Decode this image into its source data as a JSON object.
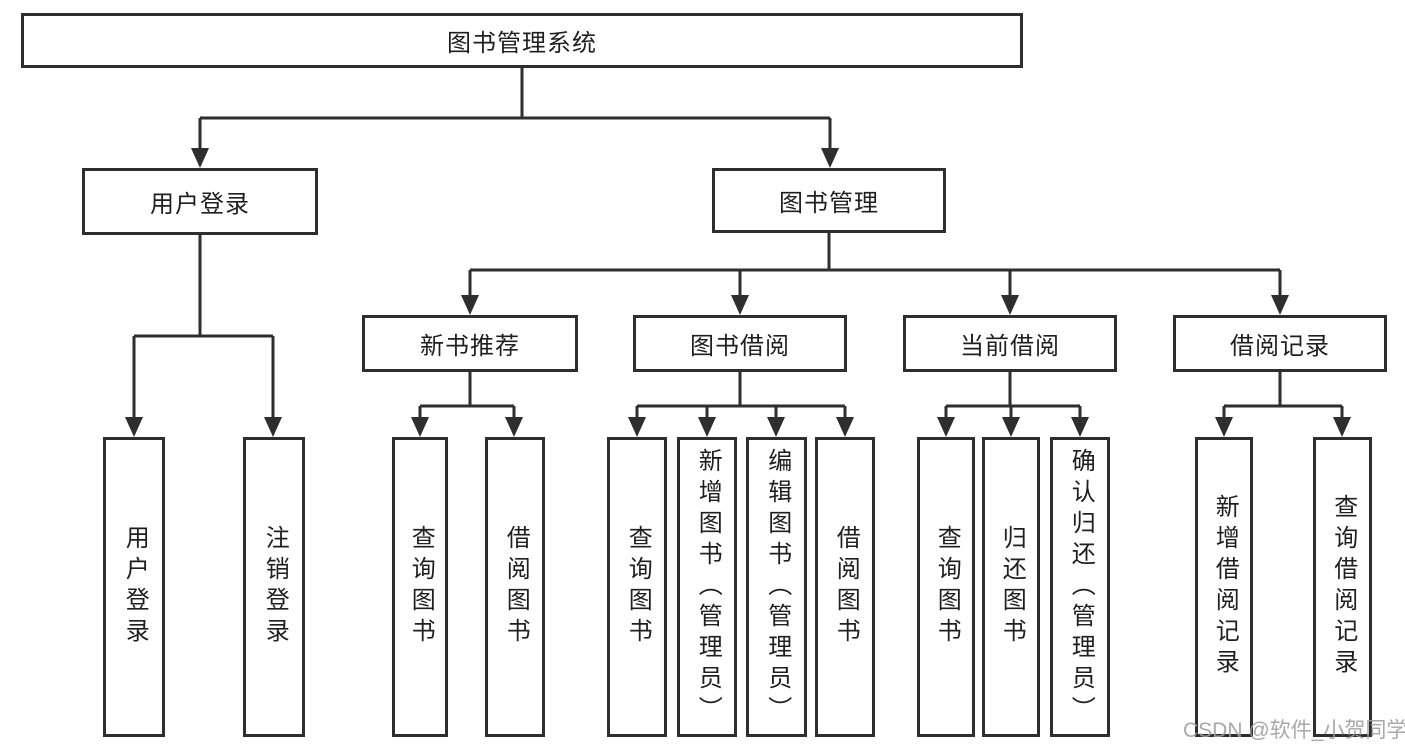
{
  "diagram": {
    "type": "hierarchy-tree",
    "root": {
      "label": "图书管理系统",
      "children": [
        {
          "label": "用户登录",
          "children": [
            {
              "label": "用户登录"
            },
            {
              "label": "注销登录"
            }
          ]
        },
        {
          "label": "图书管理",
          "children": [
            {
              "label": "新书推荐",
              "children": [
                {
                  "label": "查询图书"
                },
                {
                  "label": "借阅图书"
                }
              ]
            },
            {
              "label": "图书借阅",
              "children": [
                {
                  "label": "查询图书"
                },
                {
                  "label": "新增图书（管理员）"
                },
                {
                  "label": "编辑图书（管理员）"
                },
                {
                  "label": "借阅图书"
                }
              ]
            },
            {
              "label": "当前借阅",
              "children": [
                {
                  "label": "查询图书"
                },
                {
                  "label": "归还图书"
                },
                {
                  "label": "确认归还（管理员）"
                }
              ]
            },
            {
              "label": "借阅记录",
              "children": [
                {
                  "label": "新增借阅记录"
                },
                {
                  "label": "查询借阅记录"
                }
              ]
            }
          ]
        }
      ]
    }
  },
  "watermark": {
    "text": "CSDN @软件_小贺同学"
  },
  "colors": {
    "line": "#2e2e2e",
    "box_border": "#2e2e2e",
    "box_fill": "#ffffff",
    "text": "#1f1f1f",
    "watermark": "#9e9e9e",
    "background": "#ffffff"
  }
}
